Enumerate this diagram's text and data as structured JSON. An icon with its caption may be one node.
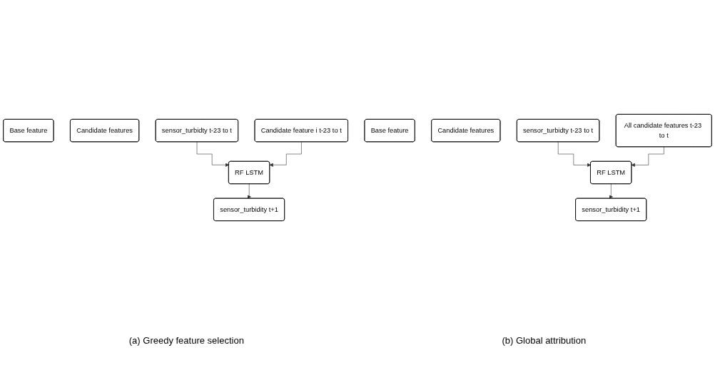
{
  "diagram": {
    "nodes": [
      {
        "text": [
          "Base feature"
        ]
      },
      {
        "text": [
          "Candidate features"
        ]
      },
      {
        "text": [
          "sensor_turbidty t-23 to t"
        ]
      },
      {
        "text": [
          "Candidate feature i t-23 to t"
        ]
      },
      {
        "text": [
          "RF LSTM"
        ]
      },
      {
        "text": [
          "sensor_turbidity t+1"
        ]
      },
      {
        "text": [
          "Base feature"
        ]
      },
      {
        "text": [
          "Candidate features"
        ]
      },
      {
        "text": [
          "sensor_turbidty t-23 to t"
        ]
      },
      {
        "text": [
          "All candidate features t-23 to t"
        ]
      },
      {
        "text": [
          "RF LSTM"
        ]
      },
      {
        "text": [
          "sensor_turbidity t+1"
        ]
      }
    ],
    "edges": [
      {
        "from": 2,
        "to": 4,
        "arrow": "to"
      },
      {
        "from": 3,
        "to": 4,
        "arrow": "to"
      },
      {
        "from": 4,
        "to": 5,
        "arrow": "to"
      },
      {
        "from": 8,
        "to": 10,
        "arrow": "to"
      },
      {
        "from": 9,
        "to": 10,
        "arrow": "to"
      },
      {
        "from": 10,
        "to": 11,
        "arrow": "to"
      }
    ],
    "labels": [
      "(a) Greedy feature selection",
      "(b) Global attribution"
    ]
  }
}
